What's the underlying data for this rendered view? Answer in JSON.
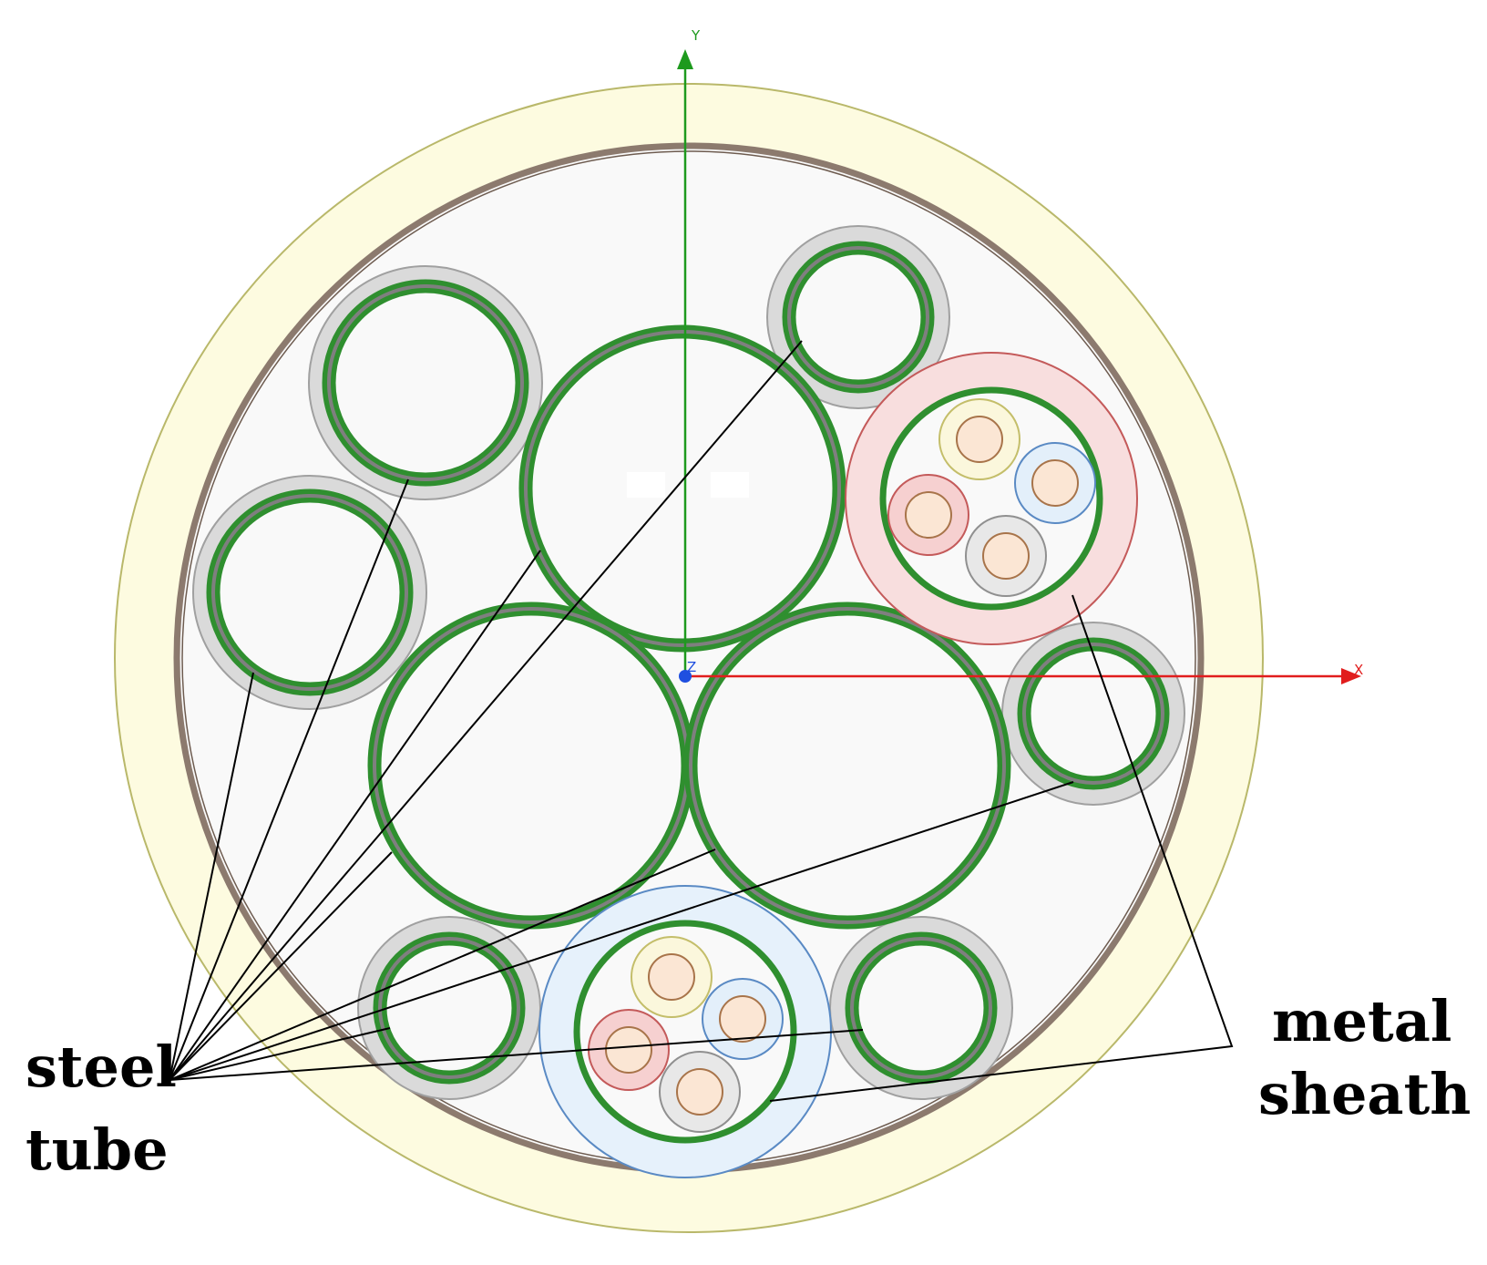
{
  "axes": {
    "x_label": "X",
    "y_label": "Y",
    "z_label": "Z",
    "x_color": "#e11d1d",
    "y_color": "#1e9a1e",
    "origin_color": "#1f4fe0"
  },
  "labels": {
    "steel_tube_line1": "steel",
    "steel_tube_line2": "tube",
    "metal_sheath_line1": "metal",
    "metal_sheath_line2": "sheath"
  },
  "colors": {
    "outer_jacket": "#fdfbe0",
    "outer_jacket_edge": "#b9b86a",
    "armor": "#8c7a6e",
    "steel_tube": "#2f8f2f",
    "steel_tube_core": "#7f7f7f",
    "pipe_sheath": "#d8d8d8",
    "red_cable_sheath": "#f8dede",
    "blue_cable_sheath": "#e6f1fb",
    "core_fill": "#fbe6d4",
    "core_ring": "#a8744a"
  }
}
